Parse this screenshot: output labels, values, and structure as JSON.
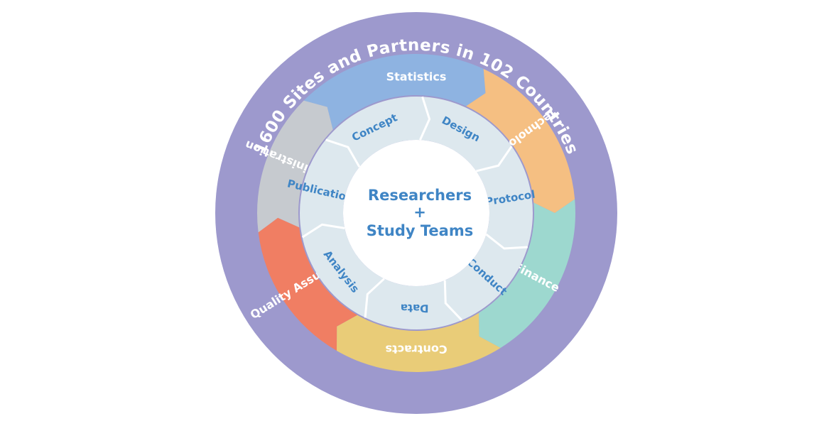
{
  "outer_ring": {
    "label": "1600 Sites and Partners in 102 Countries",
    "color": "#9d99cd"
  },
  "middle_ring": [
    {
      "key": "statistics",
      "label": "Statistics",
      "color": "#8eb3e1"
    },
    {
      "key": "technology",
      "label": "Technology",
      "color": "#f5bf82"
    },
    {
      "key": "finance",
      "label": "Finance",
      "color": "#9dd8cf"
    },
    {
      "key": "contracts",
      "label": "Contracts",
      "color": "#e9cc78"
    },
    {
      "key": "quality-assurance",
      "label": "Quality Assurance",
      "color": "#f07e63"
    },
    {
      "key": "administration",
      "label": "Administration",
      "color": "#c6cacf"
    }
  ],
  "inner_ring": {
    "color": "#dde8ee",
    "divider_color": "#ffffff",
    "items": [
      {
        "key": "concept",
        "label": "Concept"
      },
      {
        "key": "design",
        "label": "Design"
      },
      {
        "key": "protocol",
        "label": "Protocol"
      },
      {
        "key": "conduct",
        "label": "Conduct"
      },
      {
        "key": "data",
        "label": "Data"
      },
      {
        "key": "analysis",
        "label": "Analysis"
      },
      {
        "key": "publications",
        "label": "Publications"
      }
    ]
  },
  "center": {
    "line1": "Researchers",
    "line2": "+",
    "line3": "Study Teams",
    "text_color": "#3f85c5"
  }
}
